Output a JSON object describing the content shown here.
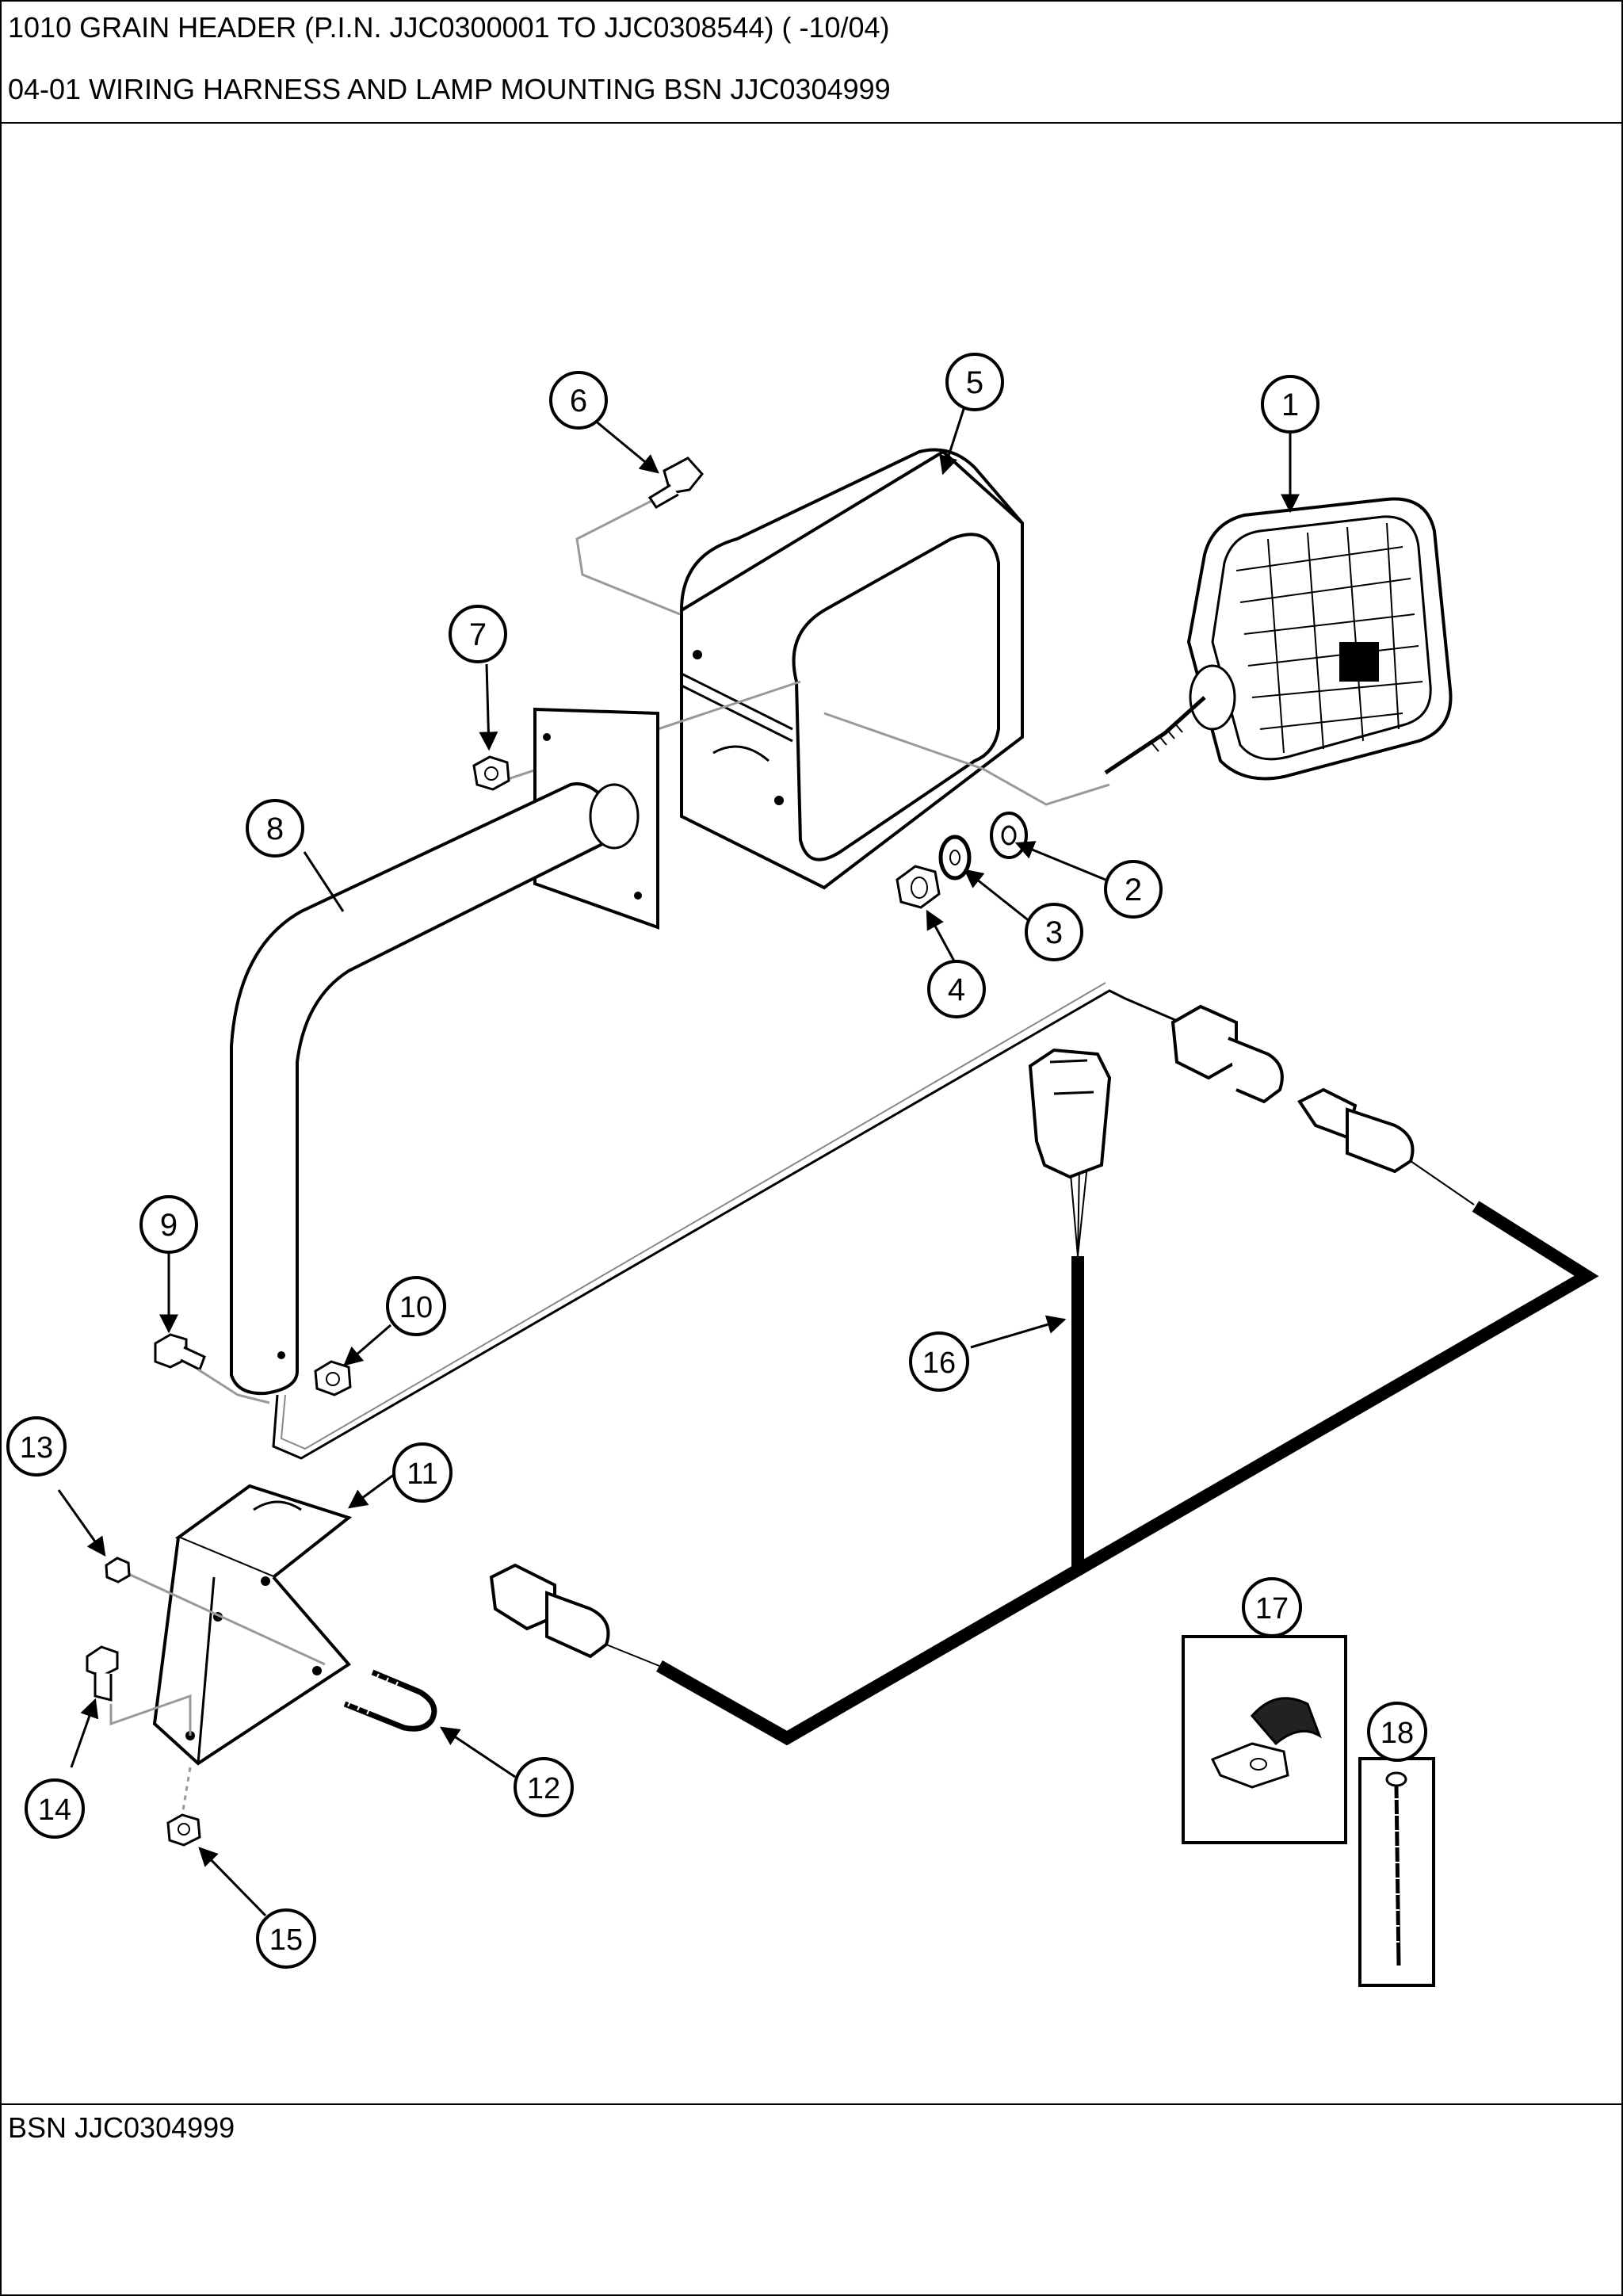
{
  "header": {
    "title_line1": "1010 GRAIN HEADER (P.I.N. JJC0300001 TO JJC0308544) ( -10/04)",
    "title_line2": "04-01 WIRING HARNESS AND LAMP MOUNTING BSN JJC0304999"
  },
  "callouts": [
    "1",
    "2",
    "3",
    "4",
    "5",
    "6",
    "7",
    "8",
    "9",
    "10",
    "11",
    "12",
    "13",
    "14",
    "15",
    "16",
    "17",
    "18"
  ],
  "footer": {
    "bsn": "BSN JJC0304999"
  }
}
